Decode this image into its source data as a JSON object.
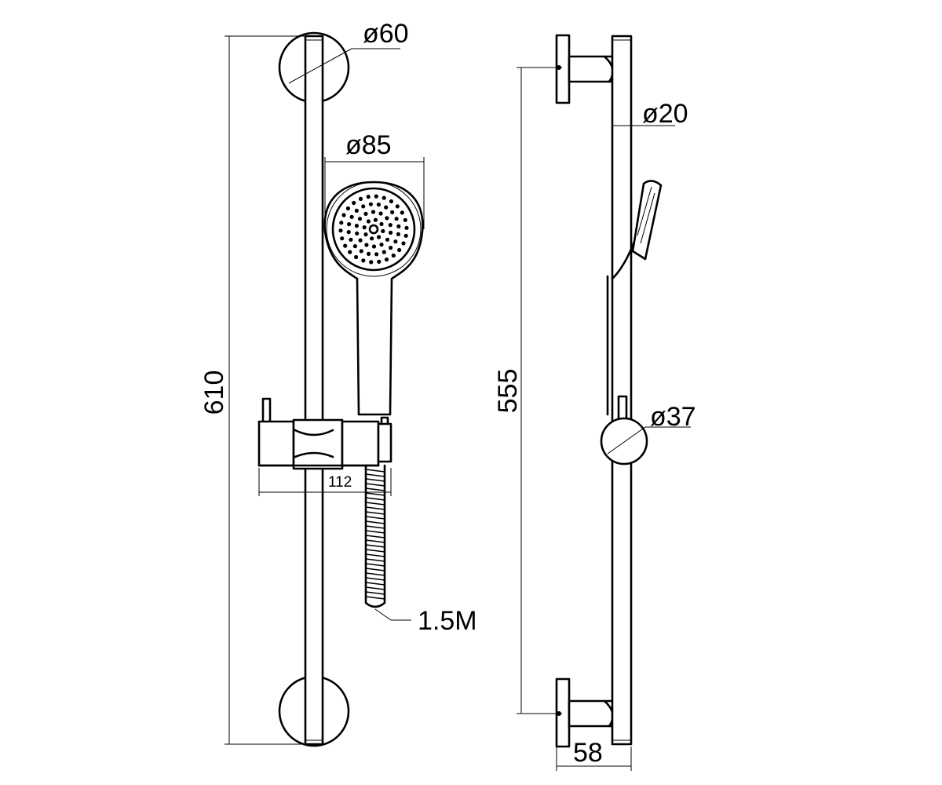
{
  "dimensions": {
    "total_length": "610",
    "wall_plate_diameter": "ø60",
    "head_diameter": "ø85",
    "bracket_depth": "112",
    "hose_length": "1.5M",
    "bracket_spacing": "555",
    "rail_diameter": "ø20",
    "slider_diameter": "ø37",
    "wall_projection": "58"
  }
}
